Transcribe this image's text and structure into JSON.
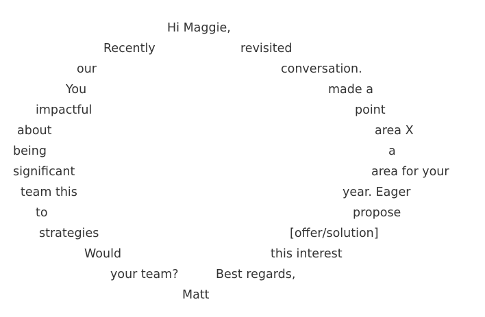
{
  "words": [
    "Hi Maggie,",
    "Recently",
    "revisited",
    "our",
    "conversation.",
    "You",
    "made a",
    "impactful",
    "point",
    "about",
    "area X",
    "being",
    "a",
    "significant",
    "area for your",
    "team this",
    "year. Eager",
    "to",
    "propose",
    "strategies",
    "[offer/solution]",
    "Would",
    "this interest",
    "your team?",
    "Best regards,",
    "Matt"
  ]
}
